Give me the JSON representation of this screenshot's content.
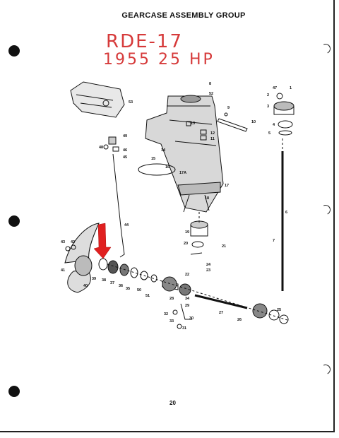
{
  "header": {
    "title": "GEARCASE ASSEMBLY GROUP"
  },
  "annotation": {
    "line1": "RDE-17",
    "line2": "1955  25 HP"
  },
  "footer": {
    "page_number": "20"
  },
  "callouts": {
    "c1": "1",
    "c2": "2",
    "c3": "3",
    "c4": "4",
    "c5": "5",
    "c6": "6",
    "c7": "7",
    "c8": "8",
    "c9": "9",
    "c10": "10",
    "c11": "11",
    "c12": "12",
    "c13": "13",
    "c14": "14",
    "c15": "15",
    "c16": "16",
    "c17": "17",
    "c17a": "17A",
    "c18": "18",
    "c19": "19",
    "c20": "20",
    "c21": "21",
    "c22": "22",
    "c23": "23",
    "c24": "24",
    "c25": "25",
    "c26": "26",
    "c27": "27",
    "c28": "28",
    "c29": "29",
    "c30": "30",
    "c31": "31",
    "c32": "32",
    "c33": "33",
    "c34": "34",
    "c35": "35",
    "c36": "36",
    "c37": "37",
    "c38": "38",
    "c39": "39",
    "c40": "40",
    "c41": "41",
    "c42": "42",
    "c43": "43",
    "c44": "44",
    "c45": "45",
    "c46": "46",
    "c47": "47",
    "c48": "48",
    "c49": "49",
    "c50": "50",
    "c51": "51",
    "c52": "52",
    "c53": "53"
  },
  "colors": {
    "ink": "#111111",
    "marker": "#d63a3a"
  }
}
